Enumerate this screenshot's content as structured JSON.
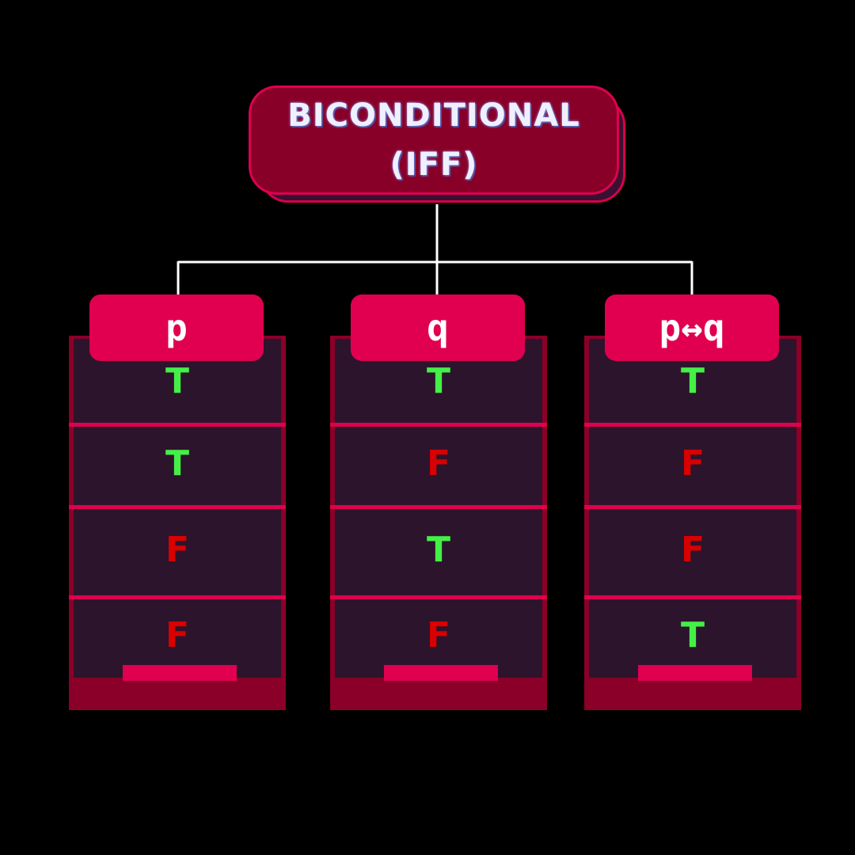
{
  "title": {
    "line1": "BICONDITIONAL",
    "line2": "(IFF)"
  },
  "columns": [
    {
      "header": "p",
      "values": [
        "T",
        "T",
        "F",
        "F"
      ]
    },
    {
      "header": "q",
      "values": [
        "T",
        "F",
        "T",
        "F"
      ]
    },
    {
      "header": "p↔q",
      "values": [
        "T",
        "F",
        "F",
        "T"
      ]
    }
  ],
  "colors": {
    "background": "#000000",
    "accent": "#e0004f",
    "dark_red": "#880028",
    "cell_bg": "#2c142c",
    "true_color": "#44f046",
    "false_color": "#d90000",
    "connector": "#ffffff"
  }
}
